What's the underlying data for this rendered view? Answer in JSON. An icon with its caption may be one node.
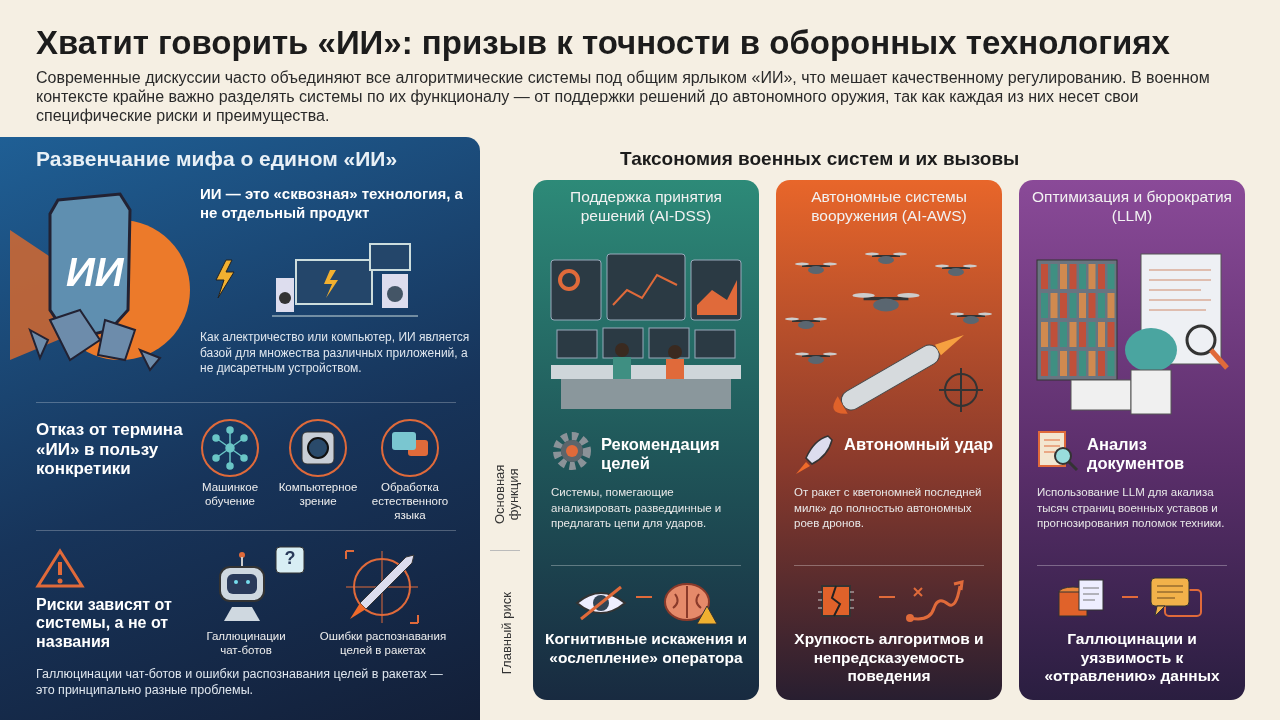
{
  "diagram": {
    "title": "Хватит говорить «ИИ»: призыв к точности в оборонных технологиях",
    "nodes": [
      {
        "text": [
          "Развенчание мифа о едином «ИИ»"
        ]
      },
      {
        "text": [
          "Поддержка принятия решений (AI-DSS)",
          "Рекомендация целей",
          "Системы, помегающие анализировать разведдинные и предлагать цепи для ударов.",
          "Когнитивные искажения и «ослепление» оператора"
        ]
      },
      {
        "text": [
          "Автономные системы вооружения (AI-AWS)",
          "Автономный удар",
          "От ракет с кветономней последней милк» до полностью автономных роев дронов.",
          "Хрупкость алгоритмов и непредсказуемость поведения"
        ]
      },
      {
        "text": [
          "Оптимизация и бюрократия (LLM)",
          "Анализ документов",
          "Использование LLM для акализа тысяч страниц военных уставов и прогнозирования поломок техники.",
          "Галлюцинации и уязвимость к «отравлению» данных"
        ]
      }
    ],
    "edges": [],
    "labels": [
      "Современные дискуссии часто объединяют все алгоритмические системы под общим ярлыком «ИИ», что мешает качественному регулированию. В военном контексте крайне важно разделять системы по их функционалу — от поддержки решений до автономного оружия, так как каждая из них несет свои специфические риски и преимущества.",
      "ИИ",
      "ИИ — это «сквозная» технология, а не отдельный продукт",
      "Как алектричество или компьютер, ИИ является базой для множества различных приложений, а не дисаретным устройством.",
      "Отказ от термина «ИИ» в пользу конкретики",
      "Машинкое обучение",
      "Компьютерное зрение",
      "Обработка естественного языка",
      "Риски зависят от системы, а не от названия",
      "Галлюцинации чат-ботов",
      "Ошибки распознавания целей в ракетах",
      "Галлюцинации чат-ботов и ошибки распознавания целей в ракетах — это принципально разные проблемы.",
      "Таксономия военных систем и их вызовы",
      "Основная функция",
      "Главный риск",
      "?"
    ]
  }
}
